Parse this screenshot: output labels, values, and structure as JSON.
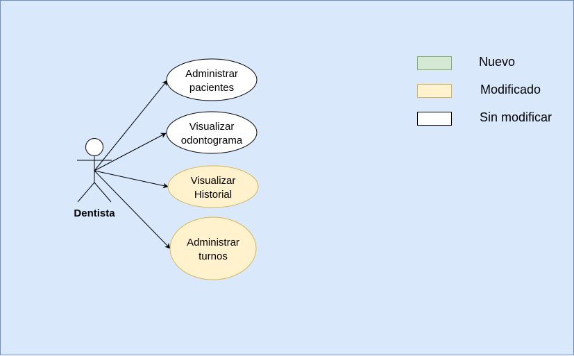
{
  "colors": {
    "background": "#dae8fc",
    "border": "#6c8ebf",
    "new": "#d5e8d4",
    "new_border": "#82b366",
    "modified": "#fff2cc",
    "modified_border": "#d6b656",
    "unmodified": "#ffffff",
    "line": "#000000"
  },
  "actor": {
    "name": "Dentista",
    "icon": "stick-figure-actor-icon"
  },
  "use_cases": [
    {
      "line1": "Administrar",
      "line2": "pacientes",
      "status": "unmodified"
    },
    {
      "line1": "Visualizar",
      "line2": "odontograma",
      "status": "unmodified"
    },
    {
      "line1": "Visualizar",
      "line2": "Historial",
      "status": "modified"
    },
    {
      "line1": "Administrar",
      "line2": "turnos",
      "status": "modified"
    }
  ],
  "legend": [
    {
      "label": "Nuevo",
      "status": "new"
    },
    {
      "label": "Modificado",
      "status": "modified"
    },
    {
      "label": "Sin modificar",
      "status": "unmodified"
    }
  ]
}
